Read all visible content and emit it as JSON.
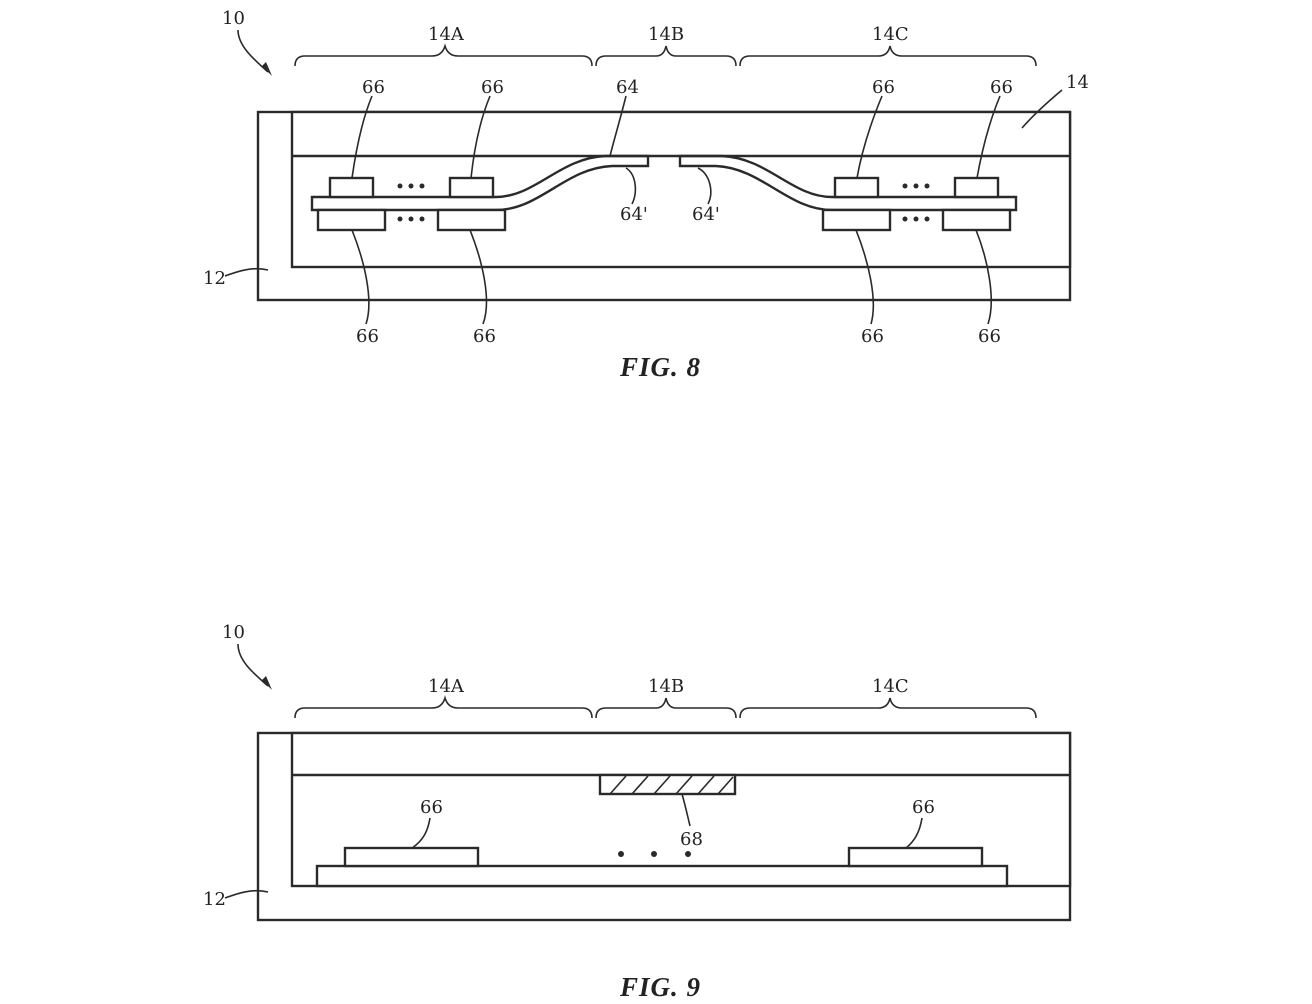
{
  "fig8": {
    "caption": "FIG. 8",
    "labels": {
      "device": "10",
      "housing": "12",
      "display": "14",
      "region_a": "14A",
      "region_b": "14B",
      "region_c": "14C",
      "substrate": "64",
      "edge_left": "64'",
      "edge_right": "64'",
      "component": "66"
    }
  },
  "fig9": {
    "caption": "FIG. 9",
    "labels": {
      "device": "10",
      "housing": "12",
      "region_a": "14A",
      "region_b": "14B",
      "region_c": "14C",
      "hatched_member": "68",
      "component": "66"
    }
  }
}
